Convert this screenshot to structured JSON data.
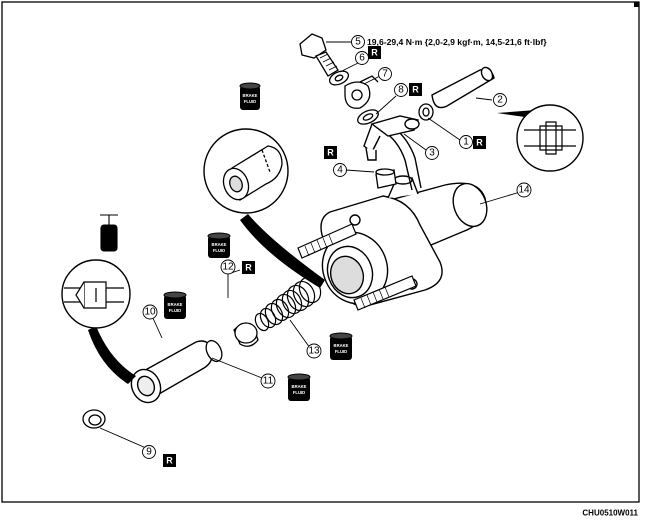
{
  "torque_spec": "19,6-29,4 N·m {2,0-2,9 kgf·m, 14,5-21,6 ft·lbf}",
  "replace_badge": "R",
  "fluid_label_line1": "BRAKE",
  "fluid_label_line2": "FLUID",
  "figure_code": "CHU0510W011",
  "callouts": [
    "1",
    "2",
    "3",
    "4",
    "5",
    "6",
    "7",
    "8",
    "9",
    "10",
    "11",
    "12",
    "13",
    "14"
  ]
}
